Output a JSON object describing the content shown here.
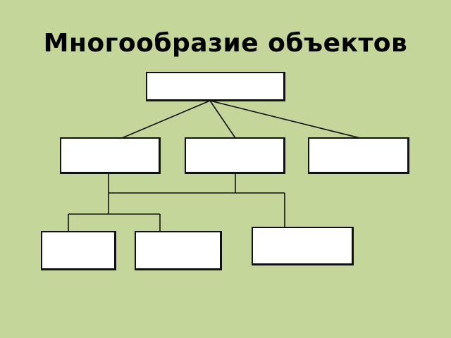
{
  "slide": {
    "title": "Многообразие объектов",
    "background_color": "#C5D69B"
  },
  "diagram": {
    "type": "hierarchy",
    "root": {
      "id": "root",
      "label": ""
    },
    "level2": [
      {
        "id": "l2-1",
        "label": ""
      },
      {
        "id": "l2-2",
        "label": ""
      },
      {
        "id": "l2-3",
        "label": ""
      }
    ],
    "level3": [
      {
        "id": "l3-1",
        "label": ""
      },
      {
        "id": "l3-2",
        "label": ""
      },
      {
        "id": "l3-3",
        "label": ""
      }
    ],
    "edges": [
      [
        "root",
        "l2-1"
      ],
      [
        "root",
        "l2-2"
      ],
      [
        "root",
        "l2-3"
      ],
      [
        "l2-1",
        "l3-1"
      ],
      [
        "l2-1",
        "l3-2"
      ],
      [
        "l2-1",
        "l3-3"
      ],
      [
        "l2-2",
        "l3-3"
      ]
    ]
  }
}
